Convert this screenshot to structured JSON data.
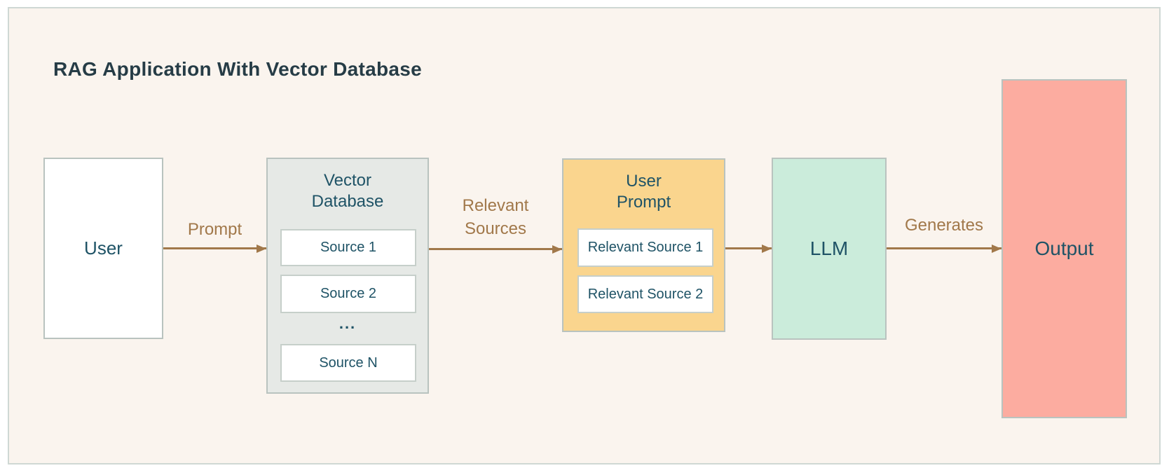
{
  "title": "RAG Application With Vector Database",
  "diagram": {
    "user": {
      "label": "User"
    },
    "vector_database": {
      "title": "Vector Database",
      "items": [
        "Source 1",
        "Source 2"
      ],
      "ellipsis": "...",
      "last_item": "Source N"
    },
    "user_prompt": {
      "title": "User Prompt",
      "items": [
        "Relevant Source 1",
        "Relevant Source 2"
      ]
    },
    "llm": {
      "label": "LLM"
    },
    "output": {
      "label": "Output"
    },
    "edges": {
      "prompt": "Prompt",
      "relevant_sources": "Relevant Sources",
      "generates": "Generates"
    }
  },
  "colors": {
    "background": "#ffffff",
    "canvas": "#faf4ee",
    "frame_border": "#cfd8d4",
    "node_border": "#b9c3bf",
    "accent_brown": "#a1784a",
    "text_teal": "#1f5366",
    "title_dark": "#263c46",
    "vector_db_fill": "#e6e9e6",
    "user_prompt_fill": "#fad58e",
    "llm_fill": "#cbecdb",
    "output_fill": "#fcaca0"
  }
}
